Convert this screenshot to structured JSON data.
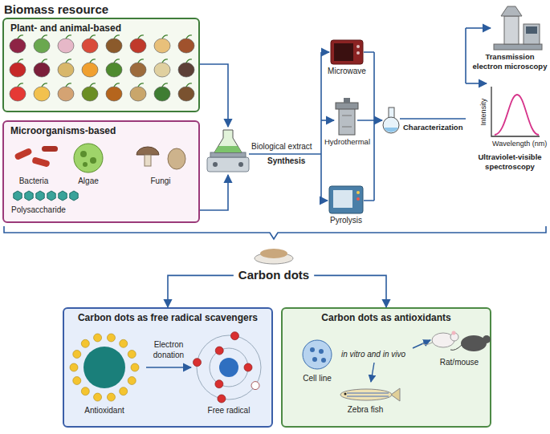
{
  "diagram": {
    "nodes": [
      {
        "text": [
          "Plant- and animal-based"
        ]
      },
      {
        "text": [
          "Microorganisms-based"
        ]
      },
      {
        "text": [
          "Carbon dots"
        ]
      },
      {
        "text": [
          "Carbon dots as free radical scavengers"
        ]
      },
      {
        "text": [
          "Carbon dots as antioxidants"
        ]
      }
    ],
    "edges": [
      {
        "from": 2,
        "to": 3,
        "arrow": "to"
      },
      {
        "from": 2,
        "to": 4,
        "arrow": "to"
      }
    ],
    "labels": [
      "Biomass resource",
      "Bacteria",
      "Algae",
      "Fungi",
      "Polysaccharide",
      "Biological extract",
      "Synthesis",
      "Microwave",
      "Hydrothermal",
      "Pyrolysis",
      "Characterization",
      "Transmission electron microscopy",
      "Intensity",
      "Wavelength (nm)",
      "Ultraviolet-visible spectroscopy",
      "Electron donation",
      "Antioxidant",
      "Free radical",
      "Cell line",
      "in vitro and in vivo",
      "Rat/mouse",
      "Zebra fish"
    ]
  }
}
